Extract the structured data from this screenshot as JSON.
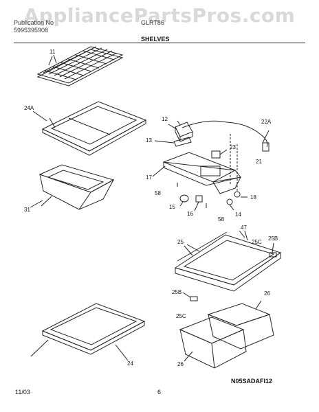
{
  "watermark": "AppliancePartsPros.com",
  "header": {
    "line1_left": "Publication No",
    "line1_right": "GLRT86",
    "line2_left": "5995395908"
  },
  "section_title": "SHELVES",
  "labels": {
    "p11": "11",
    "p24A": "24A",
    "p31": "31",
    "p12": "12",
    "p22A": "22A",
    "p13": "13",
    "p23": "23",
    "p21": "21",
    "p17": "17",
    "p58a": "58",
    "p15": "15",
    "p16": "16",
    "p58b": "58",
    "p14": "14",
    "p18": "18",
    "p47": "47",
    "p25": "25",
    "p25B_top": "25B",
    "p25C_top": "25C",
    "p25B_bottom": "25B",
    "p25C_bottom": "25C",
    "p26_right": "26",
    "p26_left": "26",
    "p24": "24"
  },
  "footer": {
    "date": "11/03",
    "page": "6",
    "code": "N05SADAFI12"
  }
}
